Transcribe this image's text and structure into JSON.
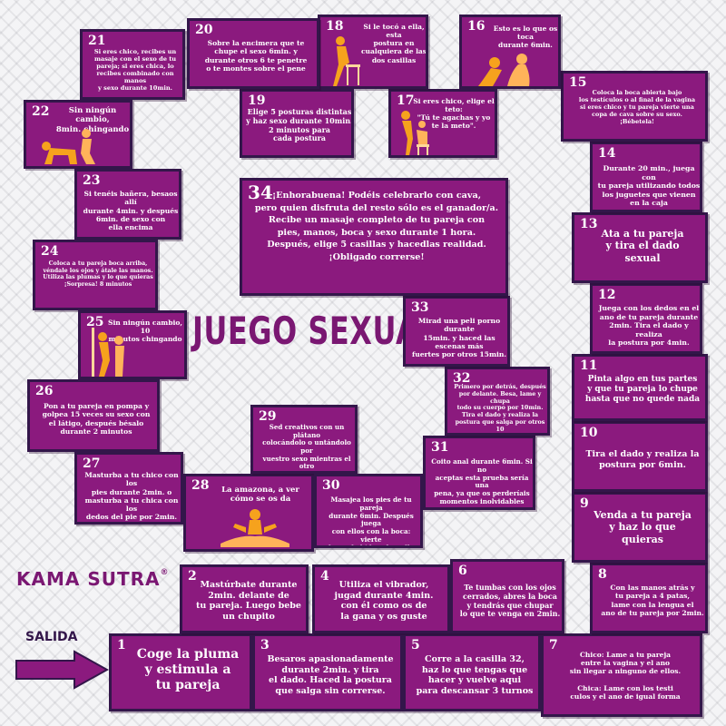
{
  "title": "JUEGO SEXUAL",
  "brand": {
    "name": "KAMA SUTRA",
    "mark": "®"
  },
  "start": {
    "label": "SALIDA",
    "icon": "arrow-right-icon"
  },
  "colors": {
    "cell": "#8b1a7e",
    "border": "#33164a",
    "title": "#7a1772",
    "figure": "#f6a21d"
  },
  "squares": [
    {
      "n": "1",
      "text": "Coge la pluma\ny estimula a\ntu pareja"
    },
    {
      "n": "2",
      "text": "Mastúrbate durante\n2min. delante de\ntu pareja. Luego bebe\nun chupito"
    },
    {
      "n": "3",
      "text": "Besaros  apasionadamente\ndurante 2min. y tira\nel dado. Haced la postura\nque salga sin correrse."
    },
    {
      "n": "4",
      "text": "Utiliza el vibrador,\njugad durante 4min.\ncon él como os de\nla gana y os guste"
    },
    {
      "n": "5",
      "text": "Corre a la casilla 32,\nhaz lo que tengas que\nhacer y vuelve aqui\npara descansar 3 turnos"
    },
    {
      "n": "6",
      "text": "Te tumbas con los ojos\ncerrados, abres la boca\ny tendrás que chupar\nlo que te venga en 2min."
    },
    {
      "n": "7",
      "text": "Chico: Lame a tu pareja\nentre la vagina y el ano\nsin llegar a ninguno de ellos.\n\nChica: Lame con los testi\nculos y el ano de igual forma"
    },
    {
      "n": "8",
      "text": "Con las manos atrás y\ntu pareja a 4 patas,\nlame con la lengua el\nano de tu pareja por 2min."
    },
    {
      "n": "9",
      "text": "Venda a tu pareja\ny haz lo que\nquieras"
    },
    {
      "n": "10",
      "text": "Tira el dado y realiza la\npostura por 6min."
    },
    {
      "n": "11",
      "text": "Pinta algo en tus partes\ny que tu pareja lo chupe\nhasta que no quede nada"
    },
    {
      "n": "12",
      "text": "Juega con los dedos en el\nano de tu pareja durante\n2min. Tira el dado y realiza\nla postura por 4min."
    },
    {
      "n": "13",
      "text": "Ata a tu pareja\ny tira el dado\nsexual"
    },
    {
      "n": "14",
      "text": "Durante 20 min., juega con\ntu pareja utilizando todos\nlos juguetes que vienen\nen la caja"
    },
    {
      "n": "15",
      "text": "Coloca la boca abierta bajo\nlos testículos o al final de la vagina\nsi eres chico y tu pareja vierte una\ncopa de cava sobre su sexo.\n¡Bébetela!"
    },
    {
      "n": "16",
      "text": "Esto es lo que os toca\ndurante 6min."
    },
    {
      "n": "17",
      "text": "Si eres chico, elige el teto:\n\"Tú te agachas y yo\nte la meto\"."
    },
    {
      "n": "18",
      "text": "Si le tocó a ella, esta\npostura en\ncualquiera de las\ndos casillas"
    },
    {
      "n": "19",
      "text": "Elige 5 posturas distintas\ny haz sexo durante 10min.\n2 minutos para\ncada postura"
    },
    {
      "n": "20",
      "text": "Sobre la encimera que te\nchupe el sexo 6min. y\ndurante otros 6 te penetre\no te montes sobre el pene"
    },
    {
      "n": "21",
      "text": "Si eres chico, recibes un\nmasaje con el sexo de tu\npareja; si eres chica, lo\nrecibes combinado con manos\ny sexo durante 10min."
    },
    {
      "n": "22",
      "text": "Sin ningún cambio,\n8min. chingando"
    },
    {
      "n": "23",
      "text": "Si tenéis bañera, besaos allí\ndurante 4min. y después\n6min. de sexo con\nella encima"
    },
    {
      "n": "24",
      "text": "Coloca a tu pareja boca arriba,\nvéndale los ojos y átale las manos.\nUtiliza las plumas y lo que quieras\n¡Sorpresa! 8 minutos"
    },
    {
      "n": "25",
      "text": "Sin ningún cambio, 10\nminutos chingando"
    },
    {
      "n": "26",
      "text": "Pon a tu pareja en pompa y\ngolpea 15 veces su sexo con\nel látigo, después bésalo\ndurante 2 minutos"
    },
    {
      "n": "27",
      "text": "Masturba a tu chico con los\npies durante 2min. o\nmasturba a tu chica con los\ndedos del pie por 2min."
    },
    {
      "n": "28",
      "text": "La amazona, a ver\ncómo se os da"
    },
    {
      "n": "29",
      "text": "Sed creativos con un plátano\ncolocándolo o untándolo por\nvuestro sexo mientras el otro\ntiene que comerlo o chuparlo"
    },
    {
      "n": "30",
      "text": "Masajea los pies de tu pareja\ndurante 6min. Después juega\ncon ellos con la boca: vierte\nalguna bebida sobre ellos"
    },
    {
      "n": "31",
      "text": "Coito anal durante 6min. Si no\naceptas esta prueba sería una\npena, ya que os perderíais\nmomentos inolvidables"
    },
    {
      "n": "32",
      "text": "Primero por detrás, después\npor delante. Besa, lame y chupa\ntodo su cuerpo por 10min.\nTira el dado y realiza la\npostura que salga por otros 10"
    },
    {
      "n": "33",
      "text": "Mirad una peli porno durante\n15min. y haced las escenas más\nfuertes por otros 15min."
    },
    {
      "n": "34",
      "text": "¡Enhorabuena! Podéis celebrarlo con cava,\npero quien disfruta del resto sólo es el ganador/a.\nRecibe un masaje completo de tu pareja con\npies, manos, boca y sexo durante 1 hora.\nDespués, elige 5 casillas y hacedlas realidad.\n¡Obligado correrse!"
    }
  ]
}
